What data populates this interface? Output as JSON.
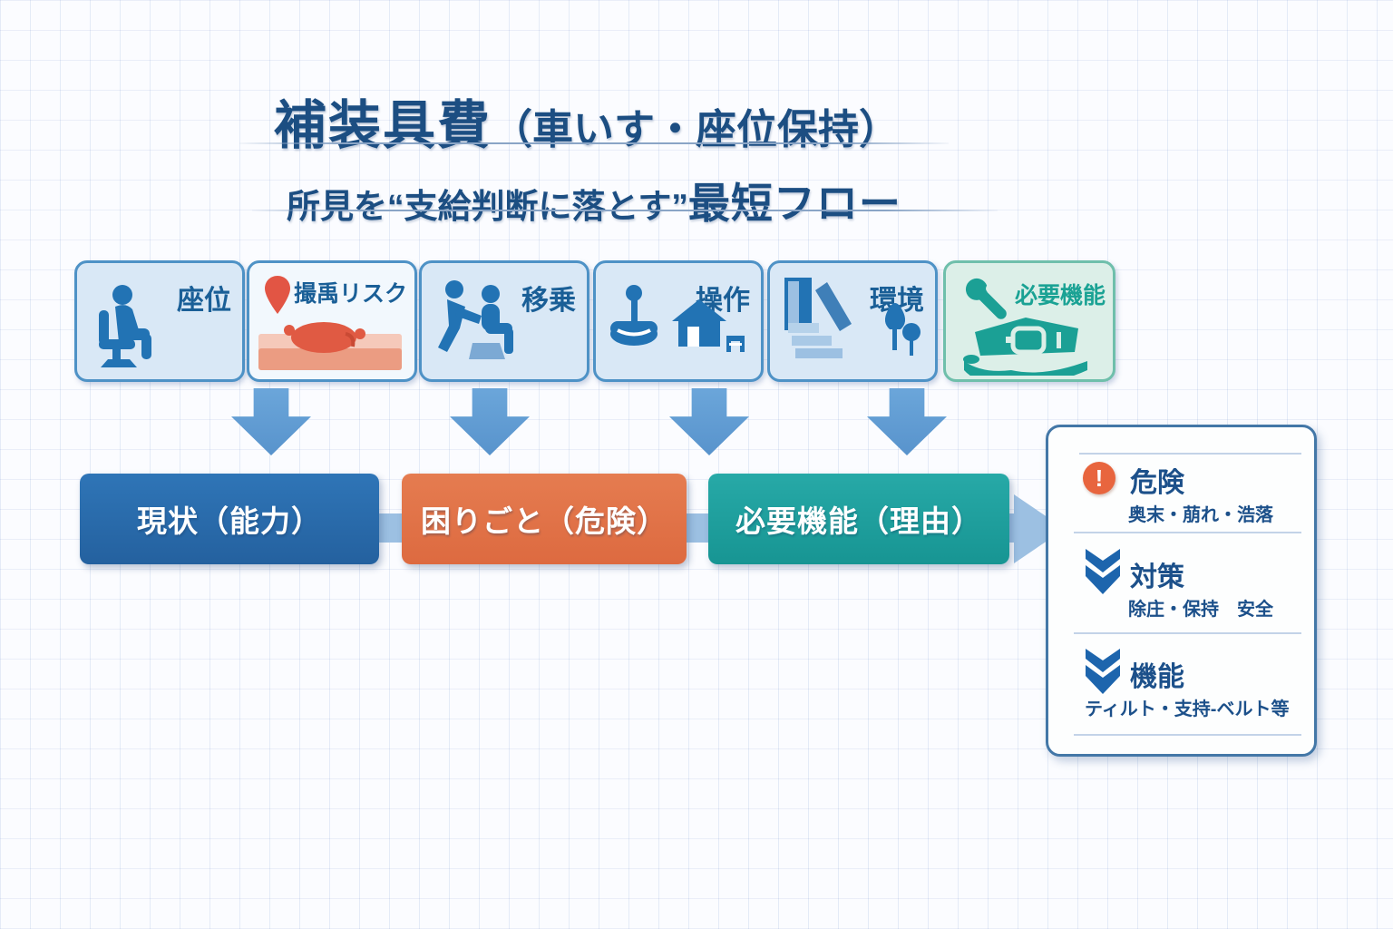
{
  "title": {
    "main": "補装具費",
    "paren": "（車いす・座位保持）"
  },
  "subtitle": {
    "prefix": "所見を",
    "quote": "“支給判断に落とす”",
    "suffix": "最短フロー"
  },
  "top_boxes": [
    {
      "label": "座位",
      "icon": "seated-person-icon",
      "theme": "blue"
    },
    {
      "label": "撮禹リスク",
      "icon": "pressure-sore-risk-icon",
      "theme": "blue-light"
    },
    {
      "label": "移乗",
      "icon": "caregiver-transfer-icon",
      "theme": "blue"
    },
    {
      "label": "操作",
      "icon": "joystick-house-icon",
      "theme": "blue"
    },
    {
      "label": "環境",
      "icon": "door-stairs-trees-icon",
      "theme": "blue"
    },
    {
      "label": "必要機能",
      "icon": "wrench-belt-hand-icon",
      "theme": "teal"
    }
  ],
  "flow_boxes": [
    {
      "label": "現状（能力）",
      "color": "#2a6cae"
    },
    {
      "label": "困りごと（危険）",
      "color": "#dd6a40"
    },
    {
      "label": "必要機能（理由）",
      "color": "#17a09e"
    }
  ],
  "result_panel": {
    "alert_glyph": "!",
    "sections": [
      {
        "heading": "危険",
        "detail": "奥末・萠れ・浩落",
        "icon": "alert-icon"
      },
      {
        "heading": "対策",
        "detail": "除庄・保持　安全",
        "icon": "double-down-arrow-icon"
      },
      {
        "heading": "機能",
        "detail": "ティルト・支持-ベルト等",
        "icon": "double-down-arrow-icon"
      }
    ]
  },
  "colors": {
    "dark_text": "#1c4e82",
    "box_fill": "#d9e8f6",
    "box_border": "#4e92c6",
    "teal_fill": "#dcefe8",
    "teal_border": "#6fbfab",
    "arrow_blue": "#5f9ed3",
    "connector_blue": "#9cc0e2",
    "flow_blue": "#2a6cae",
    "flow_orange": "#dd6a40",
    "flow_teal": "#17a09e",
    "alert_orange": "#e8653e",
    "icon_blue": "#2273b4",
    "icon_teal": "#1ba095",
    "sore_red": "#e05a43"
  }
}
